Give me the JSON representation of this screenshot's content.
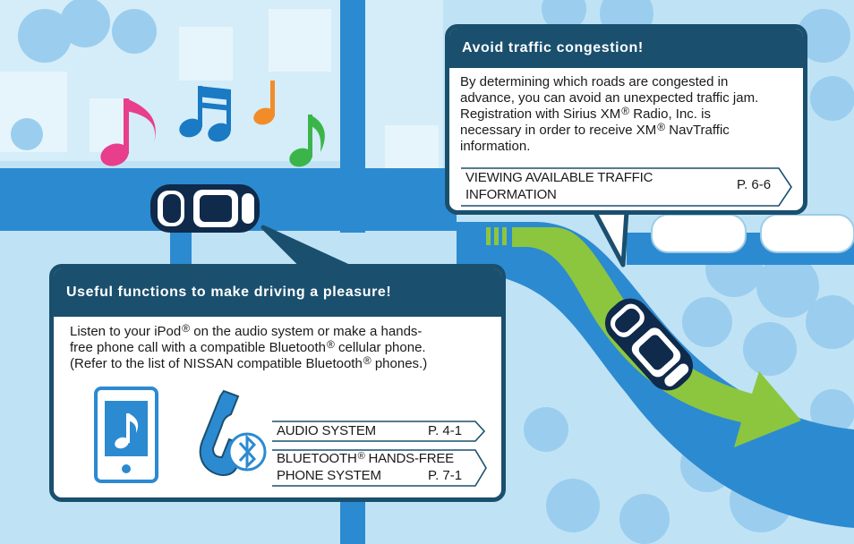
{
  "colors": {
    "callout_header": "#1a4f6e",
    "road": "#2c8ad1",
    "route_arrow": "#8cc63f",
    "water_light": "#bfe3f5",
    "trees": "#90c8ec",
    "car_body": "#0f2a4a"
  },
  "icons": {
    "music_notes": "music-notes-icon",
    "phone": "smartphone-music-icon",
    "bluetooth": "bluetooth-handset-icon",
    "reference_arrow": "arrow-tab-icon"
  },
  "traffic_callout": {
    "title": "Avoid traffic congestion!",
    "lines": [
      "By determining which roads are congested in",
      "advance, you can avoid an unexpected traffic jam.",
      "Registration with Sirius XM",
      " Radio, Inc. is",
      "necessary in order to receive XM",
      " NavTraffic",
      "information."
    ],
    "registered_mark": "®",
    "reference": {
      "label_line1": "VIEWING AVAILABLE TRAFFIC",
      "label_line2": "INFORMATION",
      "page": "P. 6-6"
    }
  },
  "functions_callout": {
    "title": "Useful functions to make driving a pleasure!",
    "line1_a": "Listen to your iPod",
    "line1_b": " on the audio system or make a hands-",
    "line2_a": "free phone call with a compatible Bluetooth",
    "line2_b": " cellular phone.",
    "line3_a": "(Refer to the list of NISSAN compatible Bluetooth",
    "line3_b": " phones.)",
    "registered_mark": "®",
    "ref_audio": {
      "label": "AUDIO SYSTEM",
      "page": "P. 4-1"
    },
    "ref_bluetooth": {
      "label_line1_a": "BLUETOOTH",
      "label_line1_b": " HANDS-FREE",
      "label_line2": "PHONE SYSTEM",
      "page": "P. 7-1"
    }
  }
}
